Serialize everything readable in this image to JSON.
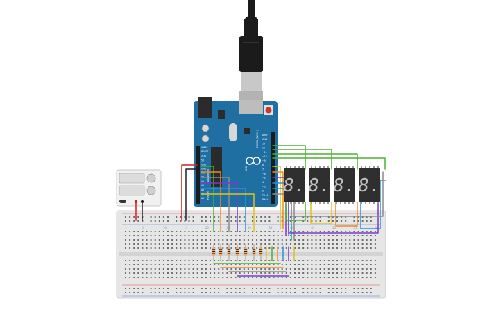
{
  "canvas": {
    "background": "#ffffff"
  },
  "board": {
    "color": "#1f6fa3",
    "brand_text": "UNO",
    "header_labels_left": [
      "IOREF",
      "RESET",
      "3.3V",
      "5V",
      "GND",
      "GND",
      "Vin"
    ],
    "header_labels_analog": [
      "A0",
      "A1",
      "A2",
      "A3",
      "A4",
      "A5"
    ],
    "header_labels_right": [
      "AREF",
      "GND",
      "13",
      "12",
      "~11",
      "~10",
      "~9",
      "8",
      "7",
      "~6",
      "~5",
      "4",
      "~3",
      "2",
      "TX→1",
      "RX←0"
    ],
    "label_power": "POWER",
    "label_analog": "ANALOG IN",
    "label_digital": "DIGITAL (PWM~)"
  },
  "cable": {
    "plug_color": "#1b1b1b",
    "metal_color": "#c8c8c8"
  },
  "power_supply": {
    "body_color": "#f1f1f1",
    "display_color": "#dcdcdc"
  },
  "displays": {
    "count": 4,
    "digit_text": "8.",
    "body_color": "#2f2f2f",
    "segment_color": "#bfbfbf"
  },
  "breadboard": {
    "color": "#e6e6e6",
    "column_numbers": [
      "1",
      "5",
      "10",
      "15",
      "20",
      "25",
      "30",
      "35",
      "40",
      "45",
      "50",
      "55",
      "60"
    ]
  },
  "wire_colors": {
    "red": "#d42020",
    "black": "#222222",
    "green": "#4caf30",
    "yellow": "#e3c21b",
    "orange": "#f08a1c",
    "blue": "#2d8fe6",
    "purple": "#7a3bc7",
    "teal": "#1aa5a5",
    "gray": "#8c8c8c"
  }
}
